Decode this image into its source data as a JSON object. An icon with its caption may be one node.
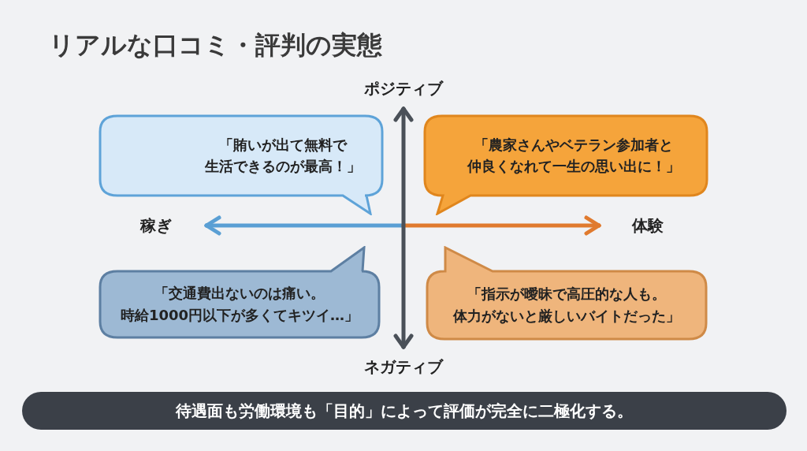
{
  "diagram": {
    "title": "リアルな口コミ・評判の実態",
    "nodes": [
      {
        "text": [
          "「賄いが出て無料で生活できるのが最高！」"
        ]
      },
      {
        "text": [
          "「農家さんやベテラン参加者と仲良くなれて一生の思い出に！」"
        ]
      },
      {
        "text": [
          "「交通費出ないのは痛い。時給1000円以下が多くてキツイ…」"
        ]
      },
      {
        "text": [
          "「指示が曖昧で高圧的な人も。体力がないと厳しいバイトだった」"
        ]
      },
      {
        "text": [
          "待遇面も労働環境も「目的」によって評価が完全に二極化する。"
        ]
      }
    ],
    "labels": [
      "ポジティブ",
      "稼ぎ",
      "体験",
      "ネガティブ"
    ]
  }
}
